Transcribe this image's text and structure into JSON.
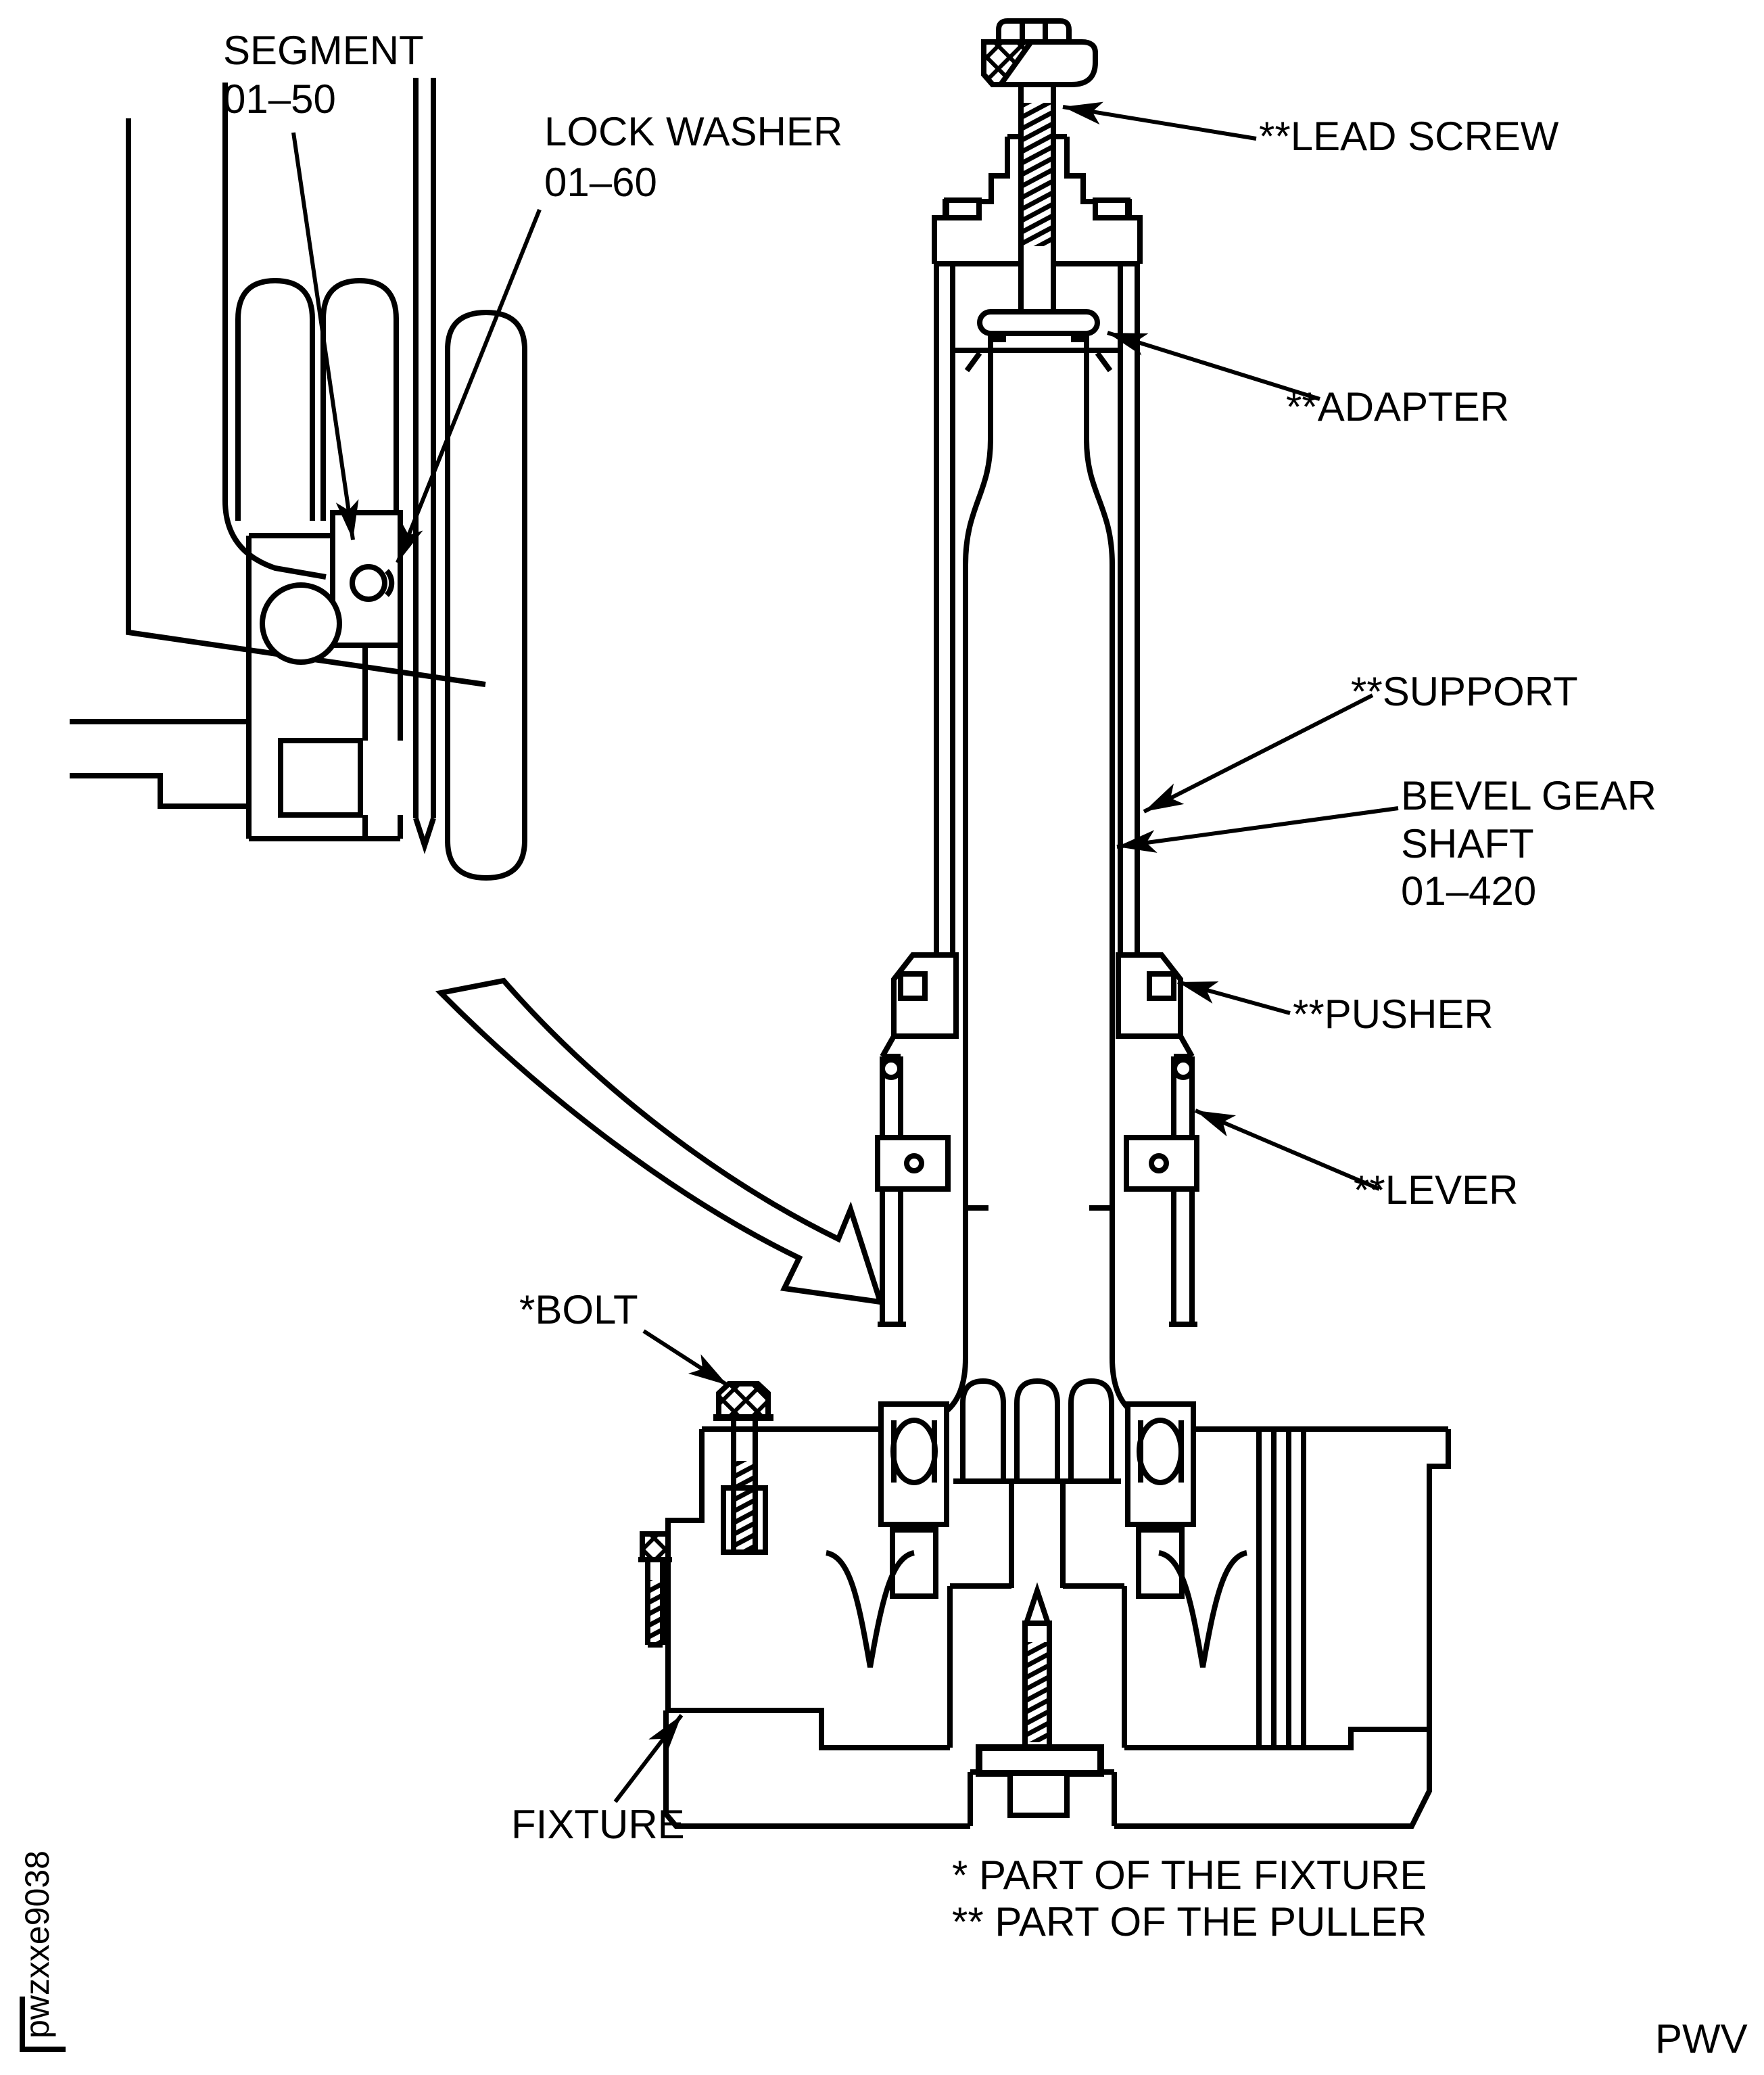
{
  "drawing": {
    "type": "exploded-maintenance-diagram",
    "ink_color": "#000000",
    "background_color": "#ffffff"
  },
  "callouts": {
    "segment": {
      "text": "SEGMENT",
      "id": "01–50"
    },
    "lock_washer": {
      "text": "LOCK WASHER",
      "id": "01–60"
    },
    "lead_screw": {
      "text": "**LEAD SCREW"
    },
    "adapter": {
      "text": "**ADAPTER"
    },
    "support": {
      "text": "**SUPPORT"
    },
    "bevel_gear_shaft": {
      "line1": "BEVEL GEAR",
      "line2": "SHAFT",
      "line3": "01–420"
    },
    "pusher": {
      "text": "**PUSHER"
    },
    "lever": {
      "text": "**LEVER"
    },
    "bolt": {
      "text": "*BOLT"
    },
    "fixture": {
      "text": "FIXTURE"
    }
  },
  "footnotes": {
    "fixture": "* PART OF THE FIXTURE",
    "puller": "** PART OF THE PULLER"
  },
  "figure_id": "pwzxxe9038",
  "page_code": "PWV"
}
